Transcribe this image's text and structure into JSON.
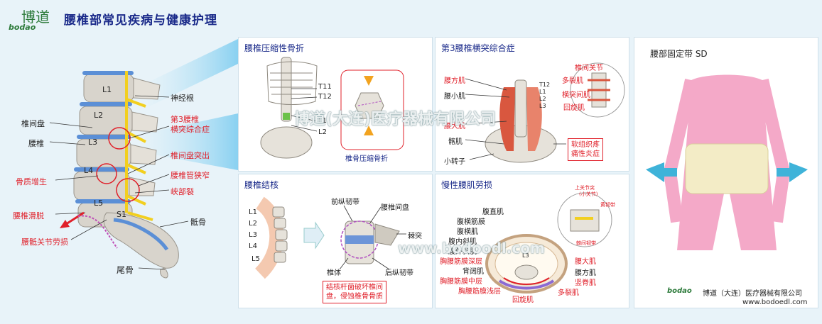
{
  "header": {
    "title": "腰椎部常见疾病与健康护理",
    "logo_text": "bodao",
    "logo_mark": "博道"
  },
  "main_spine": {
    "labels_left": [
      "椎间盘",
      "腰椎"
    ],
    "labels_left_red": [
      "骨质增生",
      "腰椎滑脱",
      "腰骶关节劳损"
    ],
    "labels_right": [
      "神经根",
      "骶骨"
    ],
    "labels_right_red": [
      "第3腰椎",
      "横突综合症",
      "椎间盘突出",
      "腰椎管狭窄",
      "峡部裂"
    ],
    "vertebrae": [
      "L1",
      "L2",
      "L3",
      "L4",
      "L5",
      "S1"
    ],
    "coccyx": "尾骨"
  },
  "panel_fracture": {
    "title": "腰椎压缩性骨折",
    "levels": [
      "T11",
      "T12",
      "L1",
      "L2"
    ],
    "caption": "椎骨压缩骨折"
  },
  "panel_l3": {
    "title": "第3腰椎横突综合症",
    "muscles_red": [
      "腰方肌",
      "腰大肌"
    ],
    "muscles": [
      "腰小肌",
      "髂肌",
      "小转子"
    ],
    "levels": [
      "T12",
      "L1",
      "L2",
      "L3"
    ],
    "inset_red": [
      "椎间关节",
      "多裂肌",
      "横突间肌",
      "回旋肌"
    ],
    "note": [
      "软组织疼",
      "痛性炎症"
    ]
  },
  "panel_tb": {
    "title": "腰椎结核",
    "levels": [
      "L1",
      "L2",
      "L3",
      "L4",
      "L5"
    ],
    "labels": [
      "前纵韧带",
      "腰椎间盘",
      "棘突",
      "椎体",
      "后纵韧带"
    ],
    "note": [
      "结核杆菌破坏椎间",
      "盘，侵蚀椎骨骨质"
    ]
  },
  "panel_strain": {
    "title": "慢性腰肌劳损",
    "labels_left": [
      "腹直肌",
      "腹横筋膜",
      "腹横肌",
      "腹内斜肌",
      "腹外斜肌",
      "背阔肌"
    ],
    "labels_left_red": [
      "胸腰筋膜深层",
      "胸腰筋膜中层",
      "胸腰筋膜浅层"
    ],
    "labels_right": [
      "腰方肌"
    ],
    "labels_right_red": [
      "腰大肌",
      "竖脊肌",
      "多裂肌"
    ],
    "bottom_red": "回旋肌",
    "level": "L3",
    "inset": [
      "上关节突",
      "(小关节)",
      "黄韧带",
      "棘间韧带"
    ]
  },
  "panel_product": {
    "title": "腰部固定带 SD",
    "brand": "bodao",
    "company": "博道（大连）医疗器械有限公司",
    "url": "www.bodoedl.com"
  },
  "watermarks": {
    "company": "博道(大连)医疗器械有限公司",
    "url": "www.bodoodl.com"
  },
  "colors": {
    "title_blue": "#1a2a8a",
    "red": "#e0202a",
    "bone": "#d8d4cc",
    "nerve": "#f2cf1f",
    "disc_blue": "#5b8fd6",
    "pink": "#f4a9c8",
    "belt": "#f3ecc6"
  }
}
